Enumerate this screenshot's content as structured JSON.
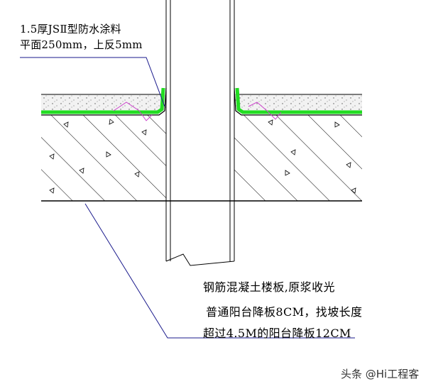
{
  "labels": {
    "coating_line1": "1.5厚JSⅡ型防水涂料",
    "coating_line2": "平面250mm，上反5mm",
    "slab_line1": "钢筋混凝土楼板,原浆收光",
    "slab_line2": "普通阳台降板8CM，找坡长度",
    "slab_line3": "超过4.5M的阳台降板12CM"
  },
  "watermark": "头条 @Hi工程客",
  "colors": {
    "waterproof": "#22dd22",
    "pipe_leader": "#1a1a8c",
    "hatch": "#000000",
    "screed_fill": "#f2f2f2",
    "annotation_mark": "#cc44cc"
  }
}
